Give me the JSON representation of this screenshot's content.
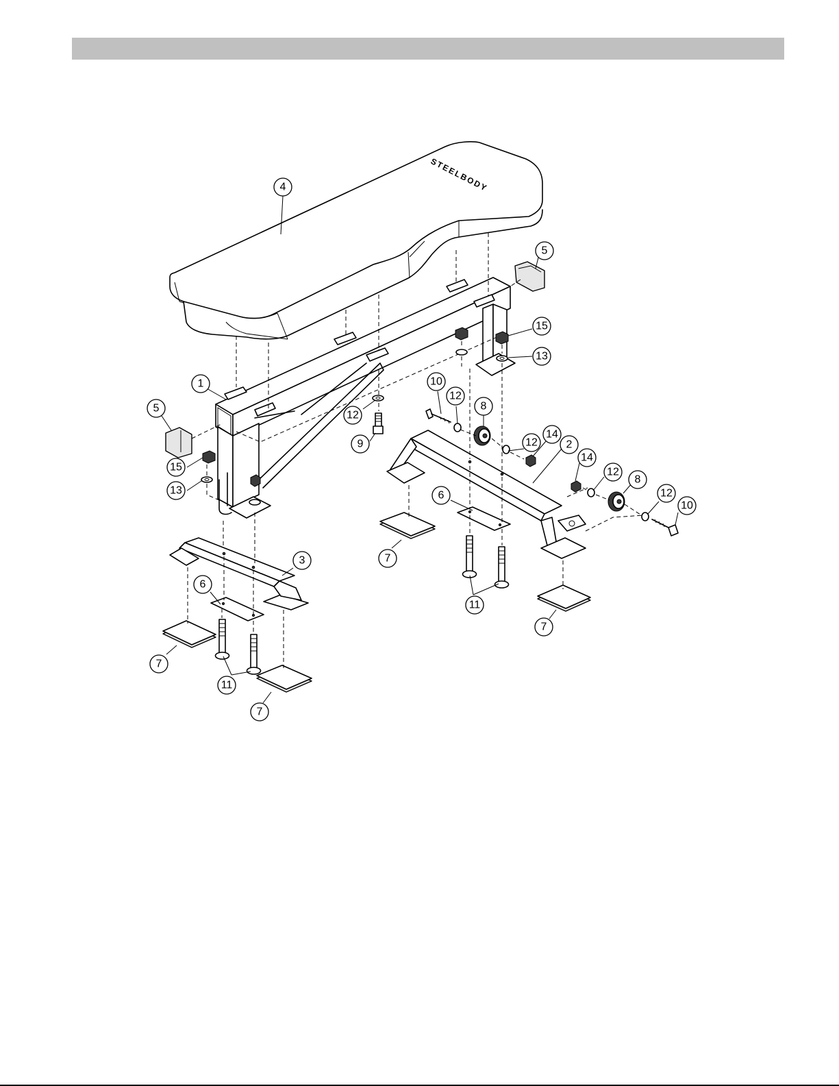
{
  "header": {
    "bar_color": "#c0c0c0"
  },
  "diagram": {
    "brand_text": "STEELBODY",
    "callouts": [
      {
        "id": "c4",
        "label": "4"
      },
      {
        "id": "c5a",
        "label": "5"
      },
      {
        "id": "c15a",
        "label": "15"
      },
      {
        "id": "c13a",
        "label": "13"
      },
      {
        "id": "c1",
        "label": "1"
      },
      {
        "id": "c5b",
        "label": "5"
      },
      {
        "id": "c15b",
        "label": "15"
      },
      {
        "id": "c13b",
        "label": "13"
      },
      {
        "id": "c10a",
        "label": "10"
      },
      {
        "id": "c12a",
        "label": "12"
      },
      {
        "id": "c8a",
        "label": "8"
      },
      {
        "id": "c12b",
        "label": "12"
      },
      {
        "id": "c9",
        "label": "9"
      },
      {
        "id": "c12c",
        "label": "12"
      },
      {
        "id": "c14a",
        "label": "14"
      },
      {
        "id": "c2",
        "label": "2"
      },
      {
        "id": "c14b",
        "label": "14"
      },
      {
        "id": "c12d",
        "label": "12"
      },
      {
        "id": "c8b",
        "label": "8"
      },
      {
        "id": "c12e",
        "label": "12"
      },
      {
        "id": "c10b",
        "label": "10"
      },
      {
        "id": "c6a",
        "label": "6"
      },
      {
        "id": "c7a",
        "label": "7"
      },
      {
        "id": "c11a",
        "label": "11"
      },
      {
        "id": "c7b",
        "label": "7"
      },
      {
        "id": "c3",
        "label": "3"
      },
      {
        "id": "c6b",
        "label": "6"
      },
      {
        "id": "c7c",
        "label": "7"
      },
      {
        "id": "c11b",
        "label": "11"
      },
      {
        "id": "c7d",
        "label": "7"
      }
    ]
  }
}
